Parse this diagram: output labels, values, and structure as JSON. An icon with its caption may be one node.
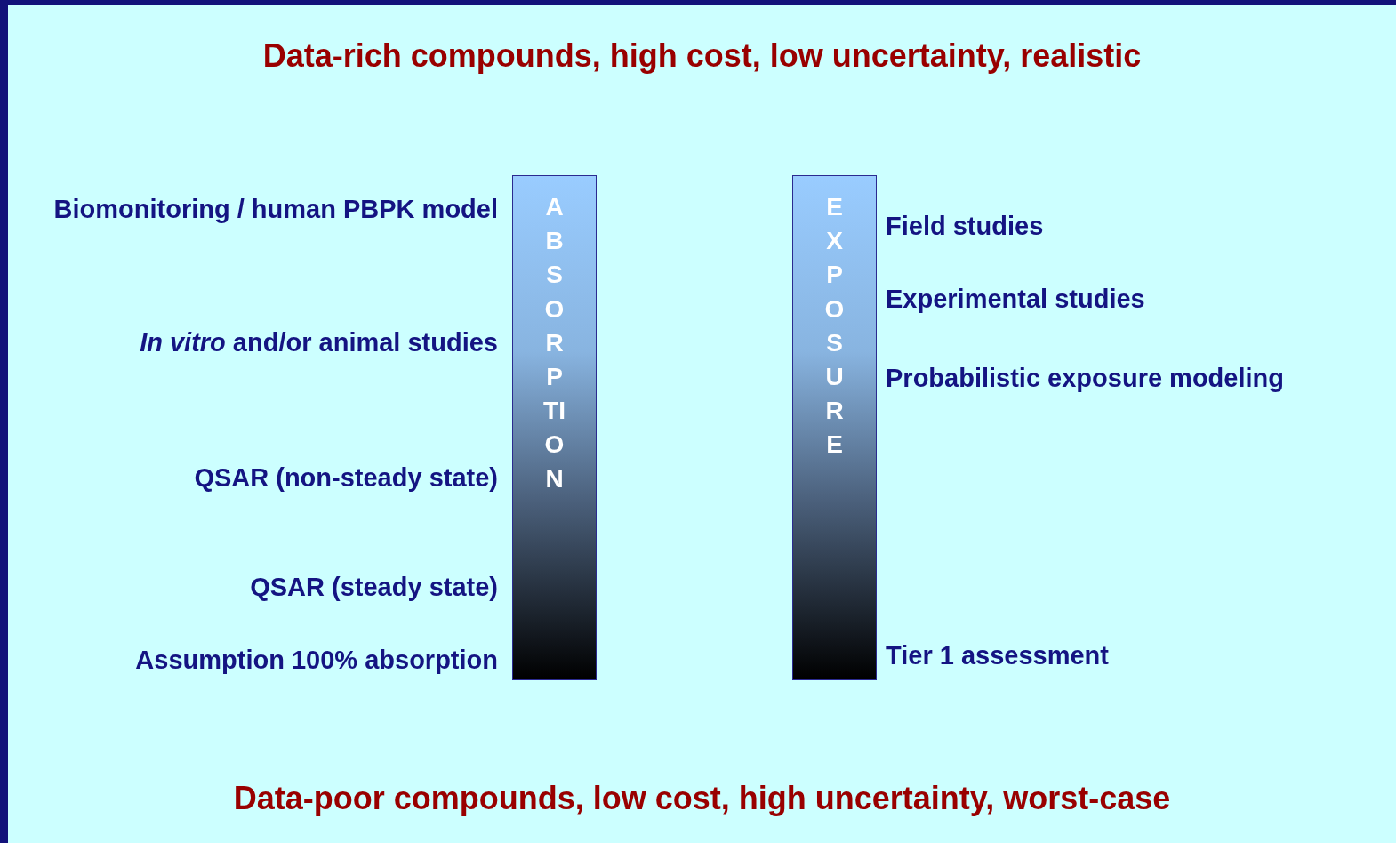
{
  "diagram": {
    "title": "Data-rich compounds, high cost, low uncertainty, realistic",
    "caption": "Data-poor compounds, low cost, high uncertainty, worst-case",
    "nodes": [
      {
        "text": [
          "ABSORPTION"
        ],
        "beside": [
          "Biomonitoring / human PBPK model",
          "*In vitro* and/or animal studies",
          "QSAR (non-steady state)",
          "QSAR (steady state)",
          "Assumption 100% absorption"
        ]
      },
      {
        "text": [
          "EXPOSURE"
        ],
        "beside": [
          "Field studies",
          "Experimental studies",
          "Probabilistic exposure modeling",
          "Tier 1 assessment"
        ]
      }
    ]
  }
}
